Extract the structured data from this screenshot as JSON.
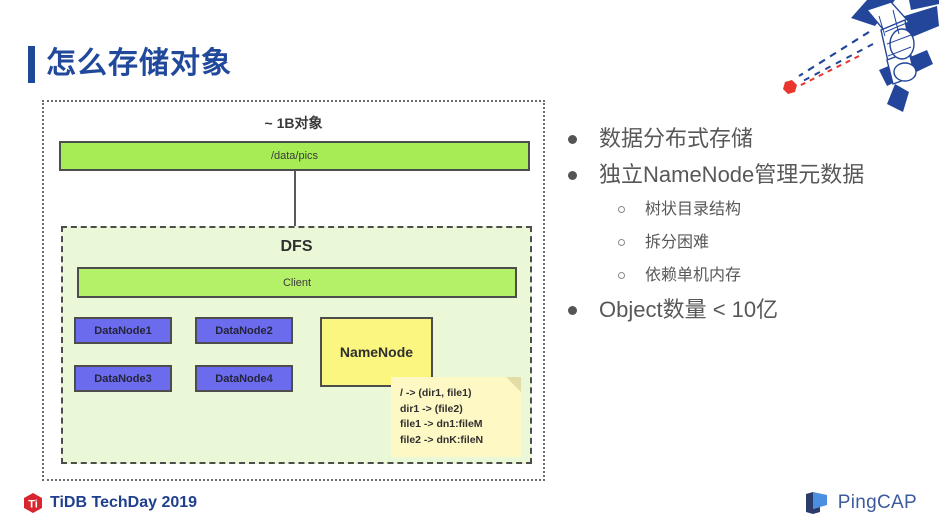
{
  "slide": {
    "title": "怎么存储对象"
  },
  "diagram": {
    "header": "~ 1B对象",
    "root_path_label": "/data/pics",
    "dfs_label": "DFS",
    "client_label": "Client",
    "datanodes": [
      {
        "label": "DataNode1"
      },
      {
        "label": "DataNode2"
      },
      {
        "label": "DataNode3"
      },
      {
        "label": "DataNode4"
      }
    ],
    "namenode_label": "NameNode",
    "namenode_callout": [
      "/ -> (dir1, file1)",
      "dir1 -> (file2)",
      "file1 -> dn1:fileM",
      "file2 -> dnK:fileN"
    ],
    "colors": {
      "root_box": "#A6ED55",
      "client_box": "#B5F069",
      "dfs_background": "#EBF8D7",
      "datanode_box": "#6B6BEE",
      "namenode_box": "#FBF67F",
      "callout_box": "#FDF8C4",
      "border": "#4d4d4d"
    }
  },
  "bullets": [
    {
      "level": 1,
      "text": "数据分布式存储"
    },
    {
      "level": 1,
      "text": "独立NameNode管理元数据"
    },
    {
      "level": 2,
      "text": "树状目录结构"
    },
    {
      "level": 2,
      "text": "拆分困难"
    },
    {
      "level": 2,
      "text": "依赖单机内存"
    },
    {
      "level": 1,
      "text": "Object数量 < 10亿"
    }
  ],
  "footer": {
    "left_text": "TiDB TechDay 2019",
    "right_text": "PingCAP",
    "left_logo_icon": "tidb-hexagon-icon",
    "right_logo_icon": "pingcap-mark-icon",
    "left_accent_color": "#1F3F8F",
    "tidb_logo_color": "#D7262F",
    "pingcap_dark": "#2B3C6B",
    "pingcap_light": "#4A8FE0"
  },
  "decoration": {
    "satellite_icon": "satellite-icon",
    "panel_color": "#23469B",
    "signal_dot_color": "#E8362E"
  }
}
